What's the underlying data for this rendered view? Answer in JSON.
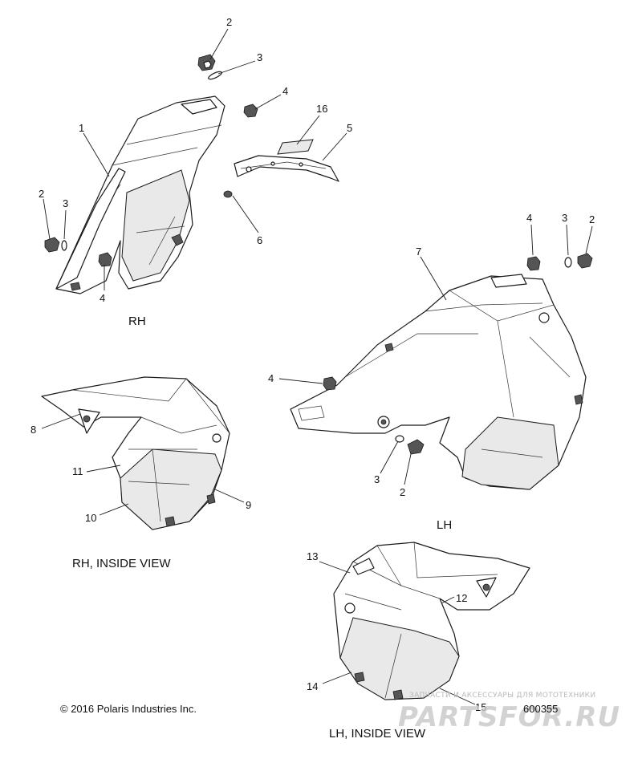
{
  "labels": {
    "rh": "RH",
    "lh": "LH",
    "rh_inside": "RH, INSIDE VIEW",
    "lh_inside": "LH, INSIDE VIEW"
  },
  "copyright": "© 2016 Polaris Industries Inc.",
  "diagram_id": "600355",
  "watermark": {
    "tagline": "ЗАПЧАСТИ И АКСЕССУАРЫ ДЛЯ МОТОТЕХНИКИ",
    "site": "PARTSFOR.RU"
  },
  "callouts": [
    {
      "id": "c-2a",
      "text": "2"
    },
    {
      "id": "c-3a",
      "text": "3"
    },
    {
      "id": "c-4a",
      "text": "4"
    },
    {
      "id": "c-16",
      "text": "16"
    },
    {
      "id": "c-5",
      "text": "5"
    },
    {
      "id": "c-1",
      "text": "1"
    },
    {
      "id": "c-2b",
      "text": "2"
    },
    {
      "id": "c-3b",
      "text": "3"
    },
    {
      "id": "c-6",
      "text": "6"
    },
    {
      "id": "c-4b",
      "text": "4"
    },
    {
      "id": "c-4c",
      "text": "4"
    },
    {
      "id": "c-3c",
      "text": "3"
    },
    {
      "id": "c-2c",
      "text": "2"
    },
    {
      "id": "c-7",
      "text": "7"
    },
    {
      "id": "c-4d",
      "text": "4"
    },
    {
      "id": "c-3d",
      "text": "3"
    },
    {
      "id": "c-2d",
      "text": "2"
    },
    {
      "id": "c-8",
      "text": "8"
    },
    {
      "id": "c-11",
      "text": "11"
    },
    {
      "id": "c-9",
      "text": "9"
    },
    {
      "id": "c-10",
      "text": "10"
    },
    {
      "id": "c-13",
      "text": "13"
    },
    {
      "id": "c-12",
      "text": "12"
    },
    {
      "id": "c-14",
      "text": "14"
    },
    {
      "id": "c-15",
      "text": "15"
    }
  ]
}
